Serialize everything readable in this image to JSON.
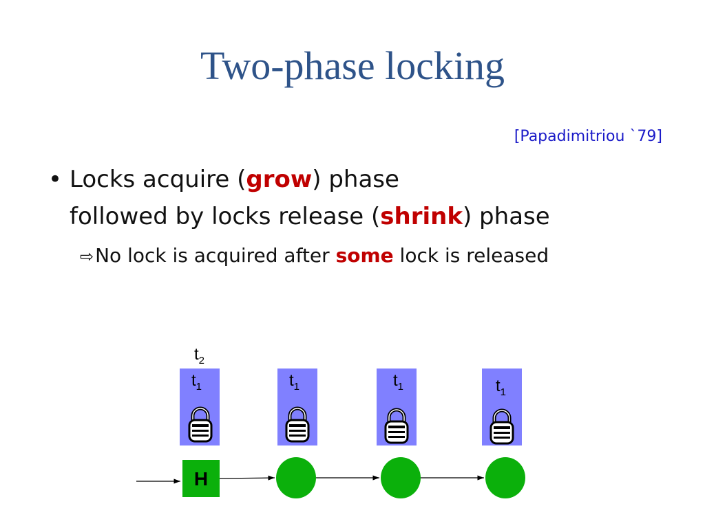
{
  "slide": {
    "title": "Two-phase locking",
    "citation": "[Papadimitriou `79]",
    "bullet": {
      "marker": "•",
      "line1_a": "Locks acquire (",
      "line1_em": "grow",
      "line1_b": ") phase",
      "line2_a": "followed by locks release (",
      "line2_em": "shrink",
      "line2_b": ") phase"
    },
    "sub_bullet": {
      "arrow": "⇨",
      "text_a": "No lock is acquired after ",
      "text_em": "some",
      "text_b": " lock is released"
    },
    "emphasis_color": "#c00000",
    "title_color": "#2e5389"
  },
  "diagram": {
    "waiting_label": {
      "base": "t",
      "sub": "2"
    },
    "lock_holders": [
      {
        "base": "t",
        "sub": "1"
      },
      {
        "base": "t",
        "sub": "1"
      },
      {
        "base": "t",
        "sub": "1"
      },
      {
        "base": "t",
        "sub": "1"
      }
    ],
    "head_label": "H",
    "lock_box_color": "#8080ff",
    "node_color": "#0bb00b",
    "icons": [
      "padlock-icon"
    ]
  }
}
